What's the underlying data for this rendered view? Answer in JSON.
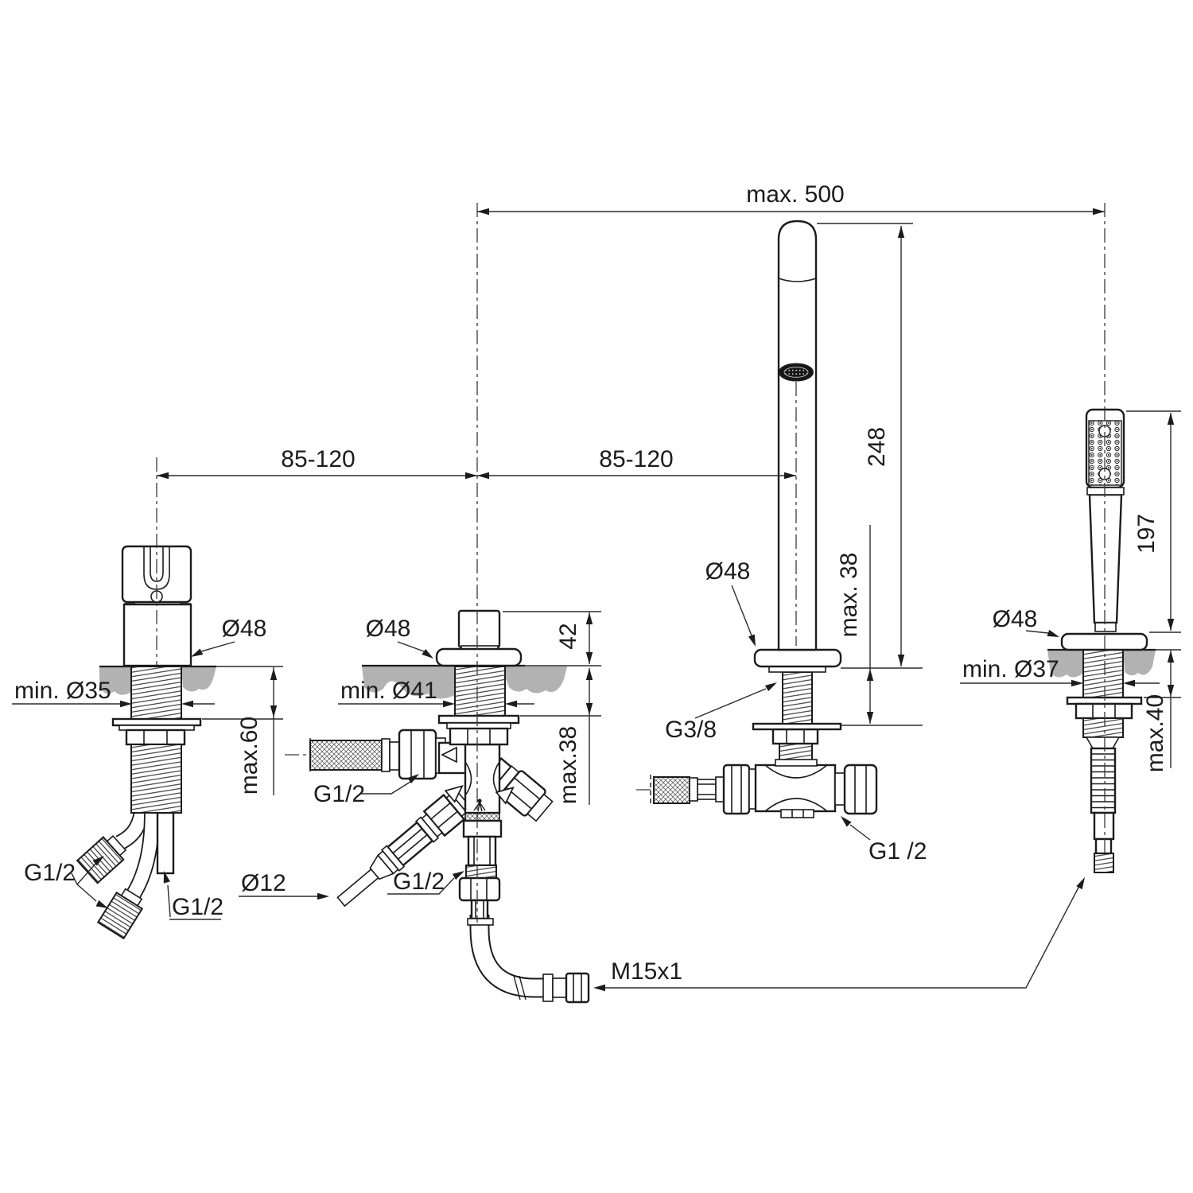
{
  "drawing": {
    "overall": {
      "max_width": "max. 500",
      "left_spacing": "85-120",
      "right_spacing": "85-120"
    },
    "valve": {
      "flange_dia": "Ø48",
      "min_hole": "min. Ø35",
      "below_deck": "max.60",
      "hose_thread": "G1/2",
      "pipe_thread": "G1/2"
    },
    "diverter": {
      "flange_dia": "Ø48",
      "min_hole": "min. Ø41",
      "above_deck": "42",
      "below_deck": "max.38",
      "inlet_thread": "G1/2",
      "outlet_thread": "G1/2",
      "pipe_dia": "Ø12"
    },
    "spout": {
      "flange_dia": "Ø48",
      "height": "248",
      "below_deck": "max. 38",
      "shank_thread": "G3/8",
      "tee_thread": "G1 /2"
    },
    "shower": {
      "flange_dia": "Ø48",
      "height": "197",
      "min_hole": "min. Ø37",
      "below_deck": "max.40",
      "hose_thread": "M15x1"
    }
  }
}
